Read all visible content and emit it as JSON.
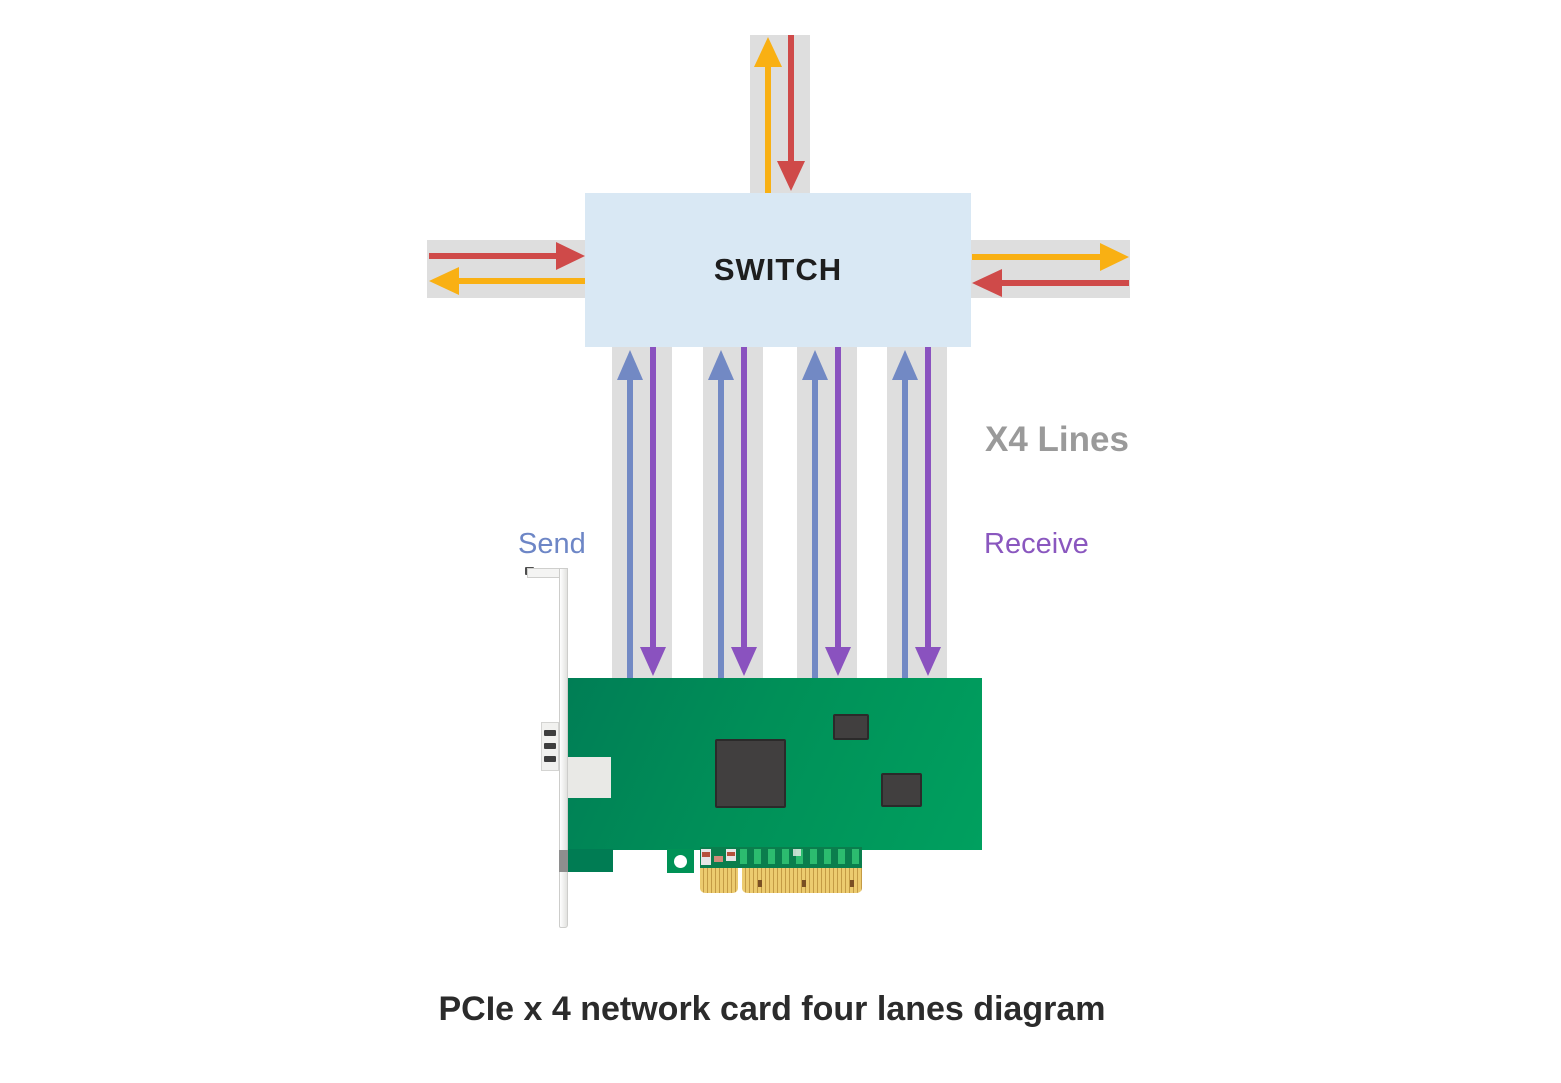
{
  "diagram": {
    "title": "PCIe x 4 network card four lanes diagram",
    "switch_label": "SWITCH",
    "lanes_label": "X4 Lines",
    "send_label": "Send",
    "receive_label": "Receive",
    "lane_count": 4
  },
  "colors": {
    "lane_track_gray": "#dedede",
    "switch_fill": "#d9e8f4",
    "switch_out_orange": "#f9b013",
    "switch_in_red": "#cf4a49",
    "send_blue": "#7289c4",
    "receive_purple": "#8a52bf",
    "pcb_green": "#009058",
    "gold_connector": "#e2bd62",
    "chip_gray": "#413f3f",
    "label_gray": "#9a9a9a",
    "title_text": "#2b2b2b"
  }
}
